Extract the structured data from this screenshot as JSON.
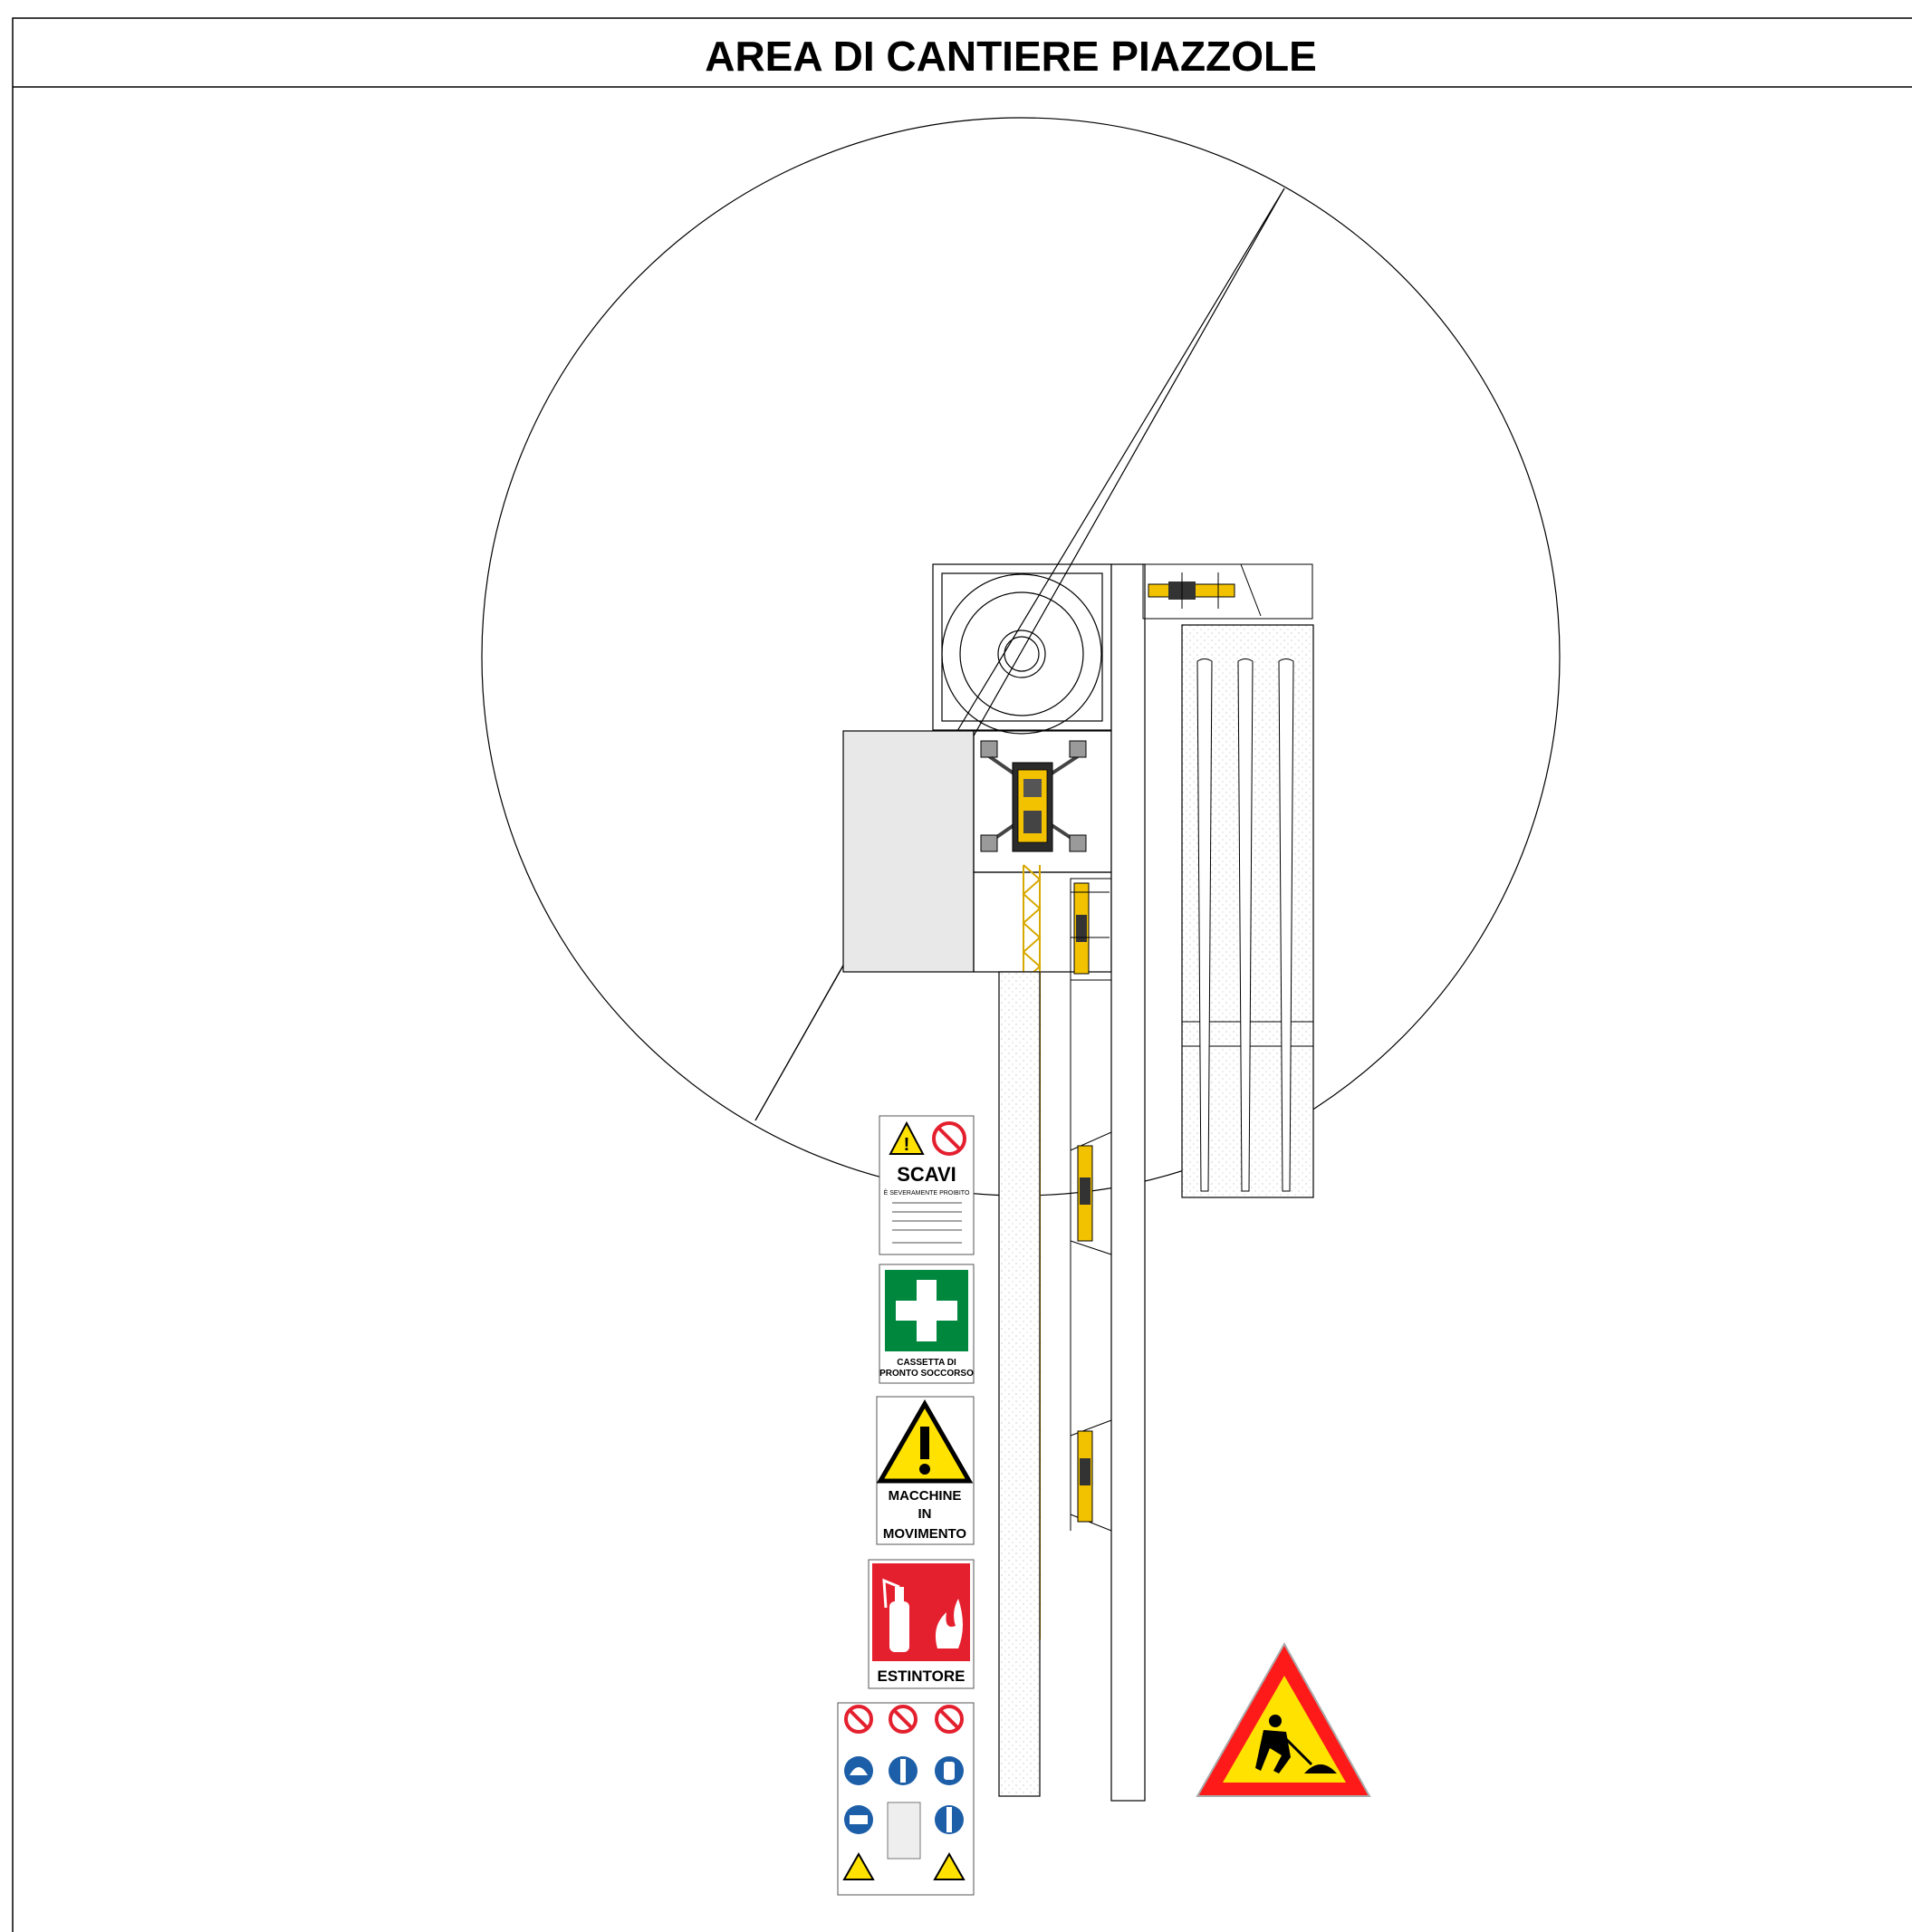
{
  "title": "AREA DI CANTIERE PIAZZOLE",
  "colors": {
    "line": "#000000",
    "crane_yellow": "#f2c200",
    "crane_dark": "#2b2b2b",
    "shade": "#e6e6e6",
    "warning_yellow": "#ffe200",
    "safety_green": "#00873e",
    "fire_red": "#e4202e",
    "mandatory_blue": "#1c5fa8",
    "road_sign_red": "#ff1a1a"
  },
  "signs": {
    "scavi": {
      "title": "SCAVI",
      "subtitle": "È SEVERAMENTE PROIBITO",
      "icons": [
        "warning-triangle-icon",
        "no-access-hand-icon"
      ]
    },
    "first_aid": {
      "label_line1": "CASSETTA DI",
      "label_line2": "PRONTO SOCCORSO",
      "icon": "white-cross-icon"
    },
    "machines": {
      "line1": "MACCHINE",
      "line2": "IN",
      "line3": "MOVIMENTO",
      "icon": "exclamation-triangle-icon"
    },
    "extinguisher": {
      "label": "ESTINTORE",
      "icon": "fire-extinguisher-icon"
    },
    "ppe_panel": {
      "icons": [
        "prohibition-icon",
        "prohibition-icon",
        "prohibition-icon",
        "helmet-icon",
        "safety-harness-icon",
        "gloves-icon",
        "safety-boots-icon",
        "notice-board-icon",
        "ear-protection-icon",
        "falling-loads-warning-icon",
        "electric-hazard-icon"
      ]
    },
    "roadworks": {
      "icon": "men-at-work-icon"
    }
  }
}
